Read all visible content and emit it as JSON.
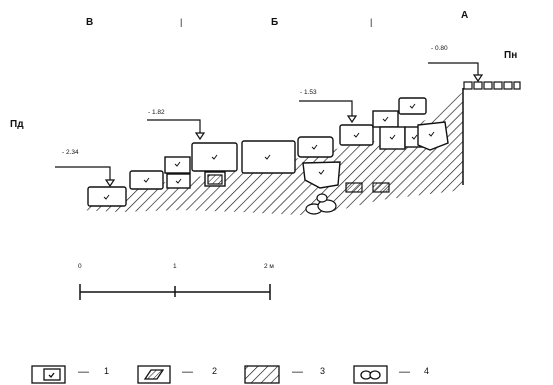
{
  "section_markers": {
    "v": "В",
    "b": "Б",
    "a": "А",
    "tick_1": "|",
    "tick_2": "|"
  },
  "side_labels": {
    "left": "Пд",
    "right": "Пн"
  },
  "elevations": [
    "- 2.34",
    "- 1.82",
    "- 1.53",
    "- 0.80"
  ],
  "scale_bar": {
    "labels": [
      "0",
      "1",
      "2 м"
    ]
  },
  "legend": [
    {
      "number": "1",
      "meaning": "stone with mark",
      "dash": "—"
    },
    {
      "number": "2",
      "meaning": "stone with hatch",
      "dash": "—"
    },
    {
      "number": "3",
      "meaning": "hatched fill",
      "dash": "—"
    },
    {
      "number": "4",
      "meaning": "rubble",
      "dash": "—"
    }
  ],
  "colors": {
    "ink": "#111111",
    "paper": "#ffffff"
  }
}
